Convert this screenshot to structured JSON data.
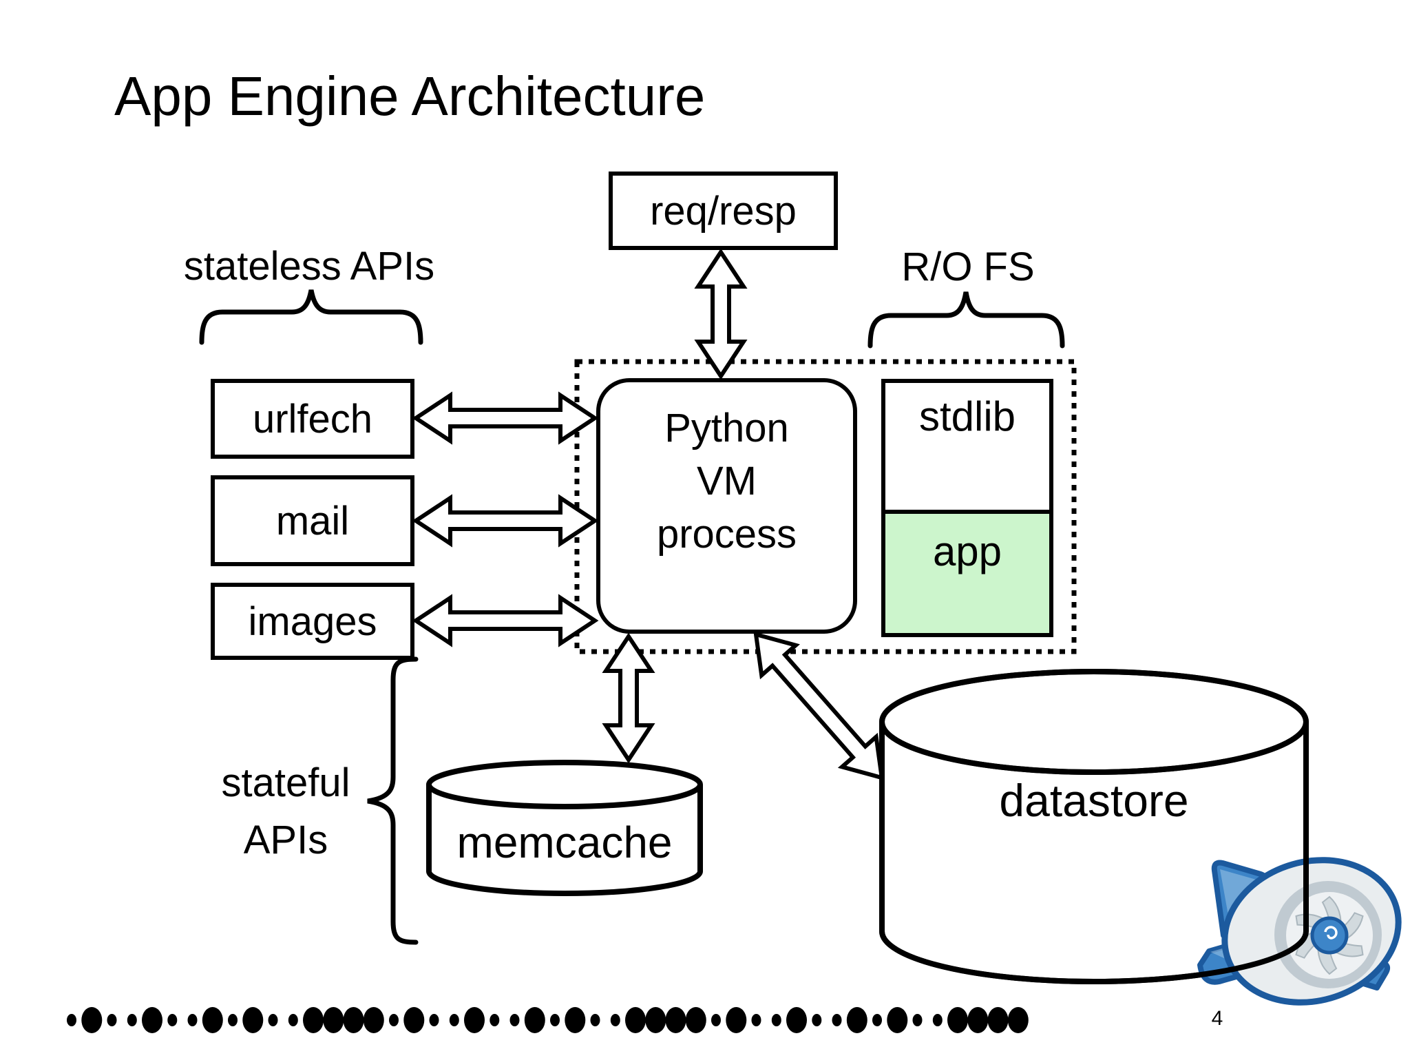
{
  "slide": {
    "title": "App Engine Architecture",
    "page_number": "4"
  },
  "labels": {
    "stateless": "stateless APIs",
    "ro_fs": "R/O FS",
    "stateful_line1": "stateful",
    "stateful_line2": "APIs"
  },
  "nodes": {
    "req_resp": "req/resp",
    "urlfetch": "urlfech",
    "mail": "mail",
    "images": "images",
    "python_vm_line1": "Python",
    "python_vm_line2": "VM",
    "python_vm_line3": "process",
    "stdlib": "stdlib",
    "app": "app",
    "memcache": "memcache",
    "datastore": "datastore"
  },
  "colors": {
    "app_fill": "#ccf5cc",
    "diagram_line": "#000000",
    "logo_blue": "#3d85c8",
    "logo_light_blue": "#9cc4e6",
    "logo_dark_blue": "#1c5a9e",
    "logo_body_grey": "#e9edef",
    "logo_rim_grey": "#c0cad1"
  },
  "footer": {
    "dot_pattern": "sBssBssBsBssBBBBsBssBssBsBssBBBBsBssBssBsBssBBBB"
  }
}
